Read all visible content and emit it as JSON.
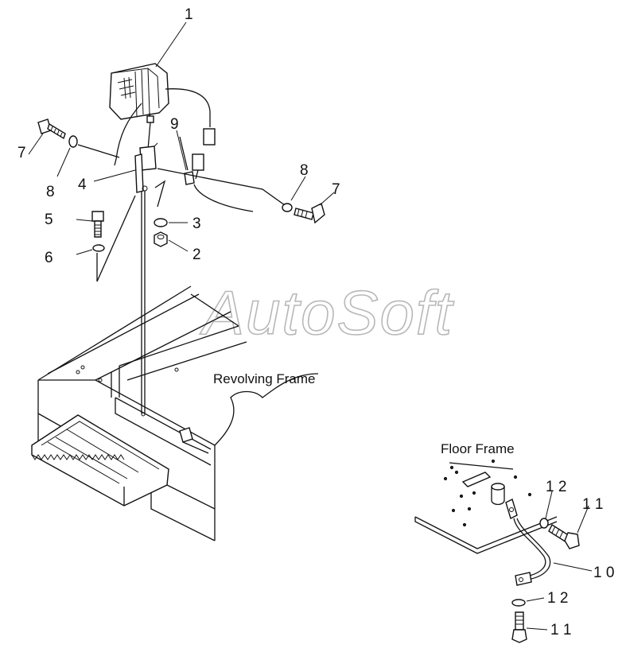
{
  "watermark": "AutoSoft",
  "labels": {
    "revolving_frame": "Revolving Frame",
    "floor_frame": "Floor Frame"
  },
  "callouts": {
    "c1": "1",
    "c2": "2",
    "c3": "3",
    "c4": "4",
    "c5": "5",
    "c6": "6",
    "c7_left": "7",
    "c7_right": "7",
    "c8_left": "8",
    "c8_right": "8",
    "c9": "9",
    "c10": "1 0",
    "c11_upper": "1 1",
    "c11_lower": "1 1",
    "c12_upper": "1 2",
    "c12_lower": "1 2"
  }
}
